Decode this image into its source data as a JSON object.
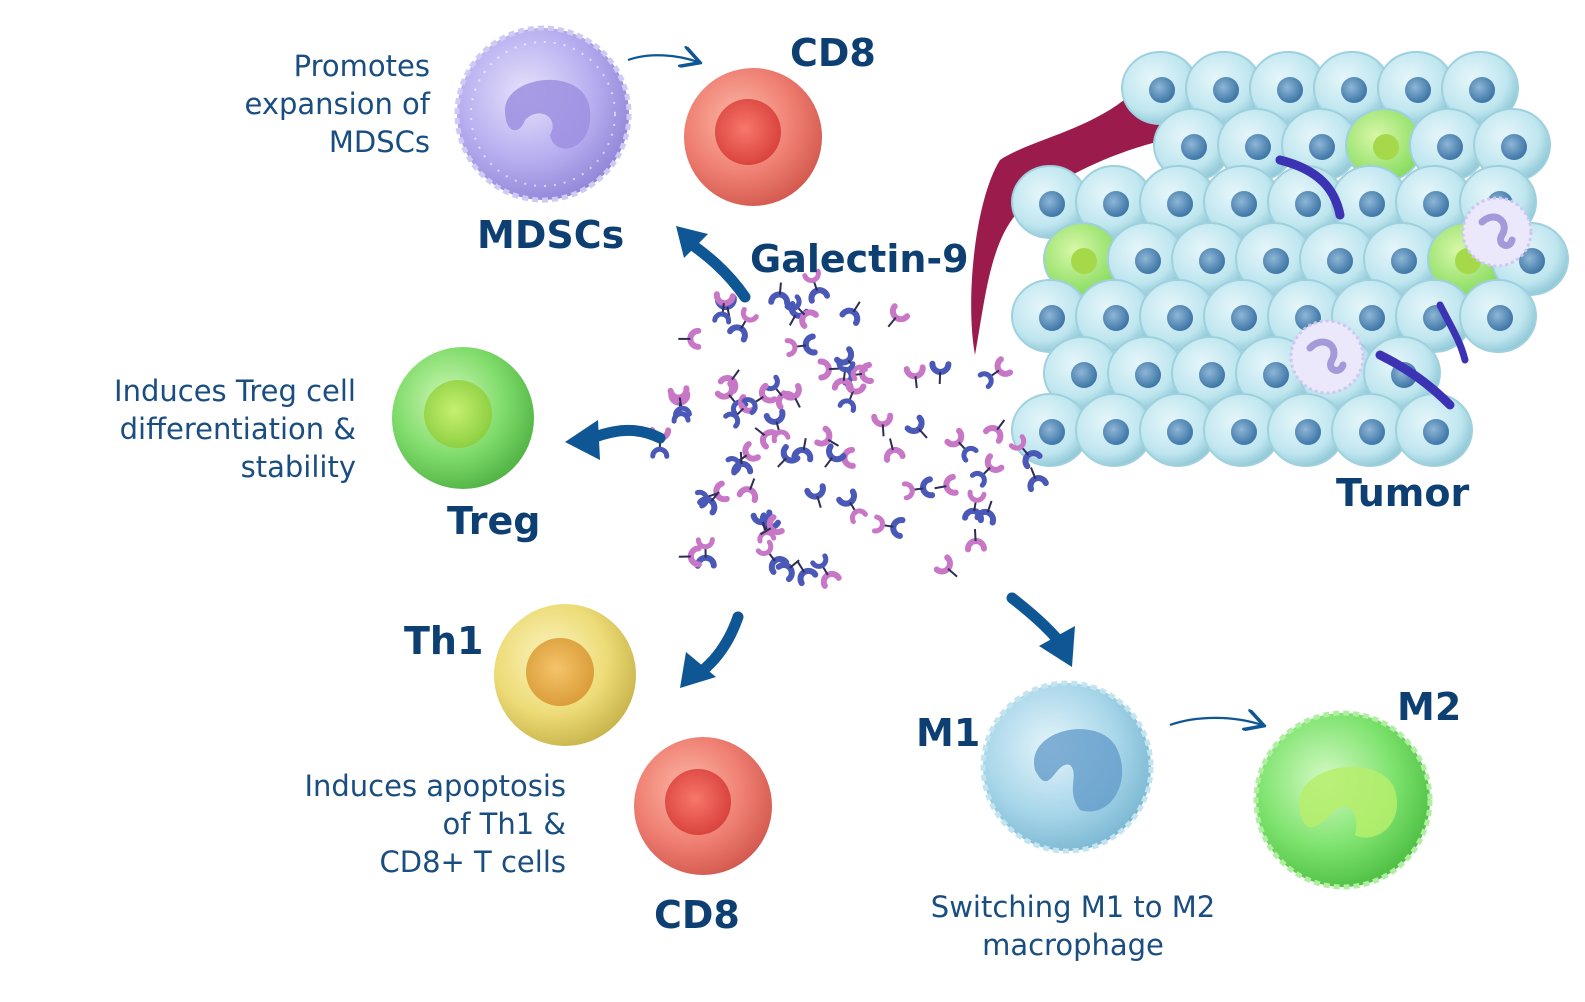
{
  "labels": {
    "cd8_top": "CD8",
    "mdscs": "MDSCs",
    "galectin": "Galectin-9",
    "treg": "Treg",
    "tumor": "Tumor",
    "th1": "Th1",
    "cd8_bottom": "CD8",
    "m1": "M1",
    "m2": "M2"
  },
  "descriptions": {
    "mdsc": "Promotes\nexpansion of\nMDSCs",
    "treg": "Induces Treg cell\ndifferentiation &\nstability",
    "apoptosis": "Induces apoptosis\nof Th1 &\nCD8+ T cells",
    "macrophage": "Switching M1 to M2\nmacrophage"
  },
  "colors": {
    "label": "#0d3f73",
    "arrow": "#0f5694",
    "mdsc": "#b7aef0",
    "cd8": "#ef7f72",
    "treg": "#7fdc6a",
    "th1": "#eddc78",
    "m1": "#a9d7ea",
    "m2": "#7ee36e",
    "tumor_cell": "#bfe6ef",
    "vessel": "#9a1b4c",
    "galectin_blue": "#4a58b8",
    "galectin_pink": "#c877c6"
  },
  "icons": [
    "mdsc-cell-icon",
    "cd8-cell-icon",
    "treg-cell-icon",
    "th1-cell-icon",
    "m1-macrophage-icon",
    "m2-macrophage-icon",
    "tumor-mass-icon",
    "galectin-molecule-icon"
  ]
}
